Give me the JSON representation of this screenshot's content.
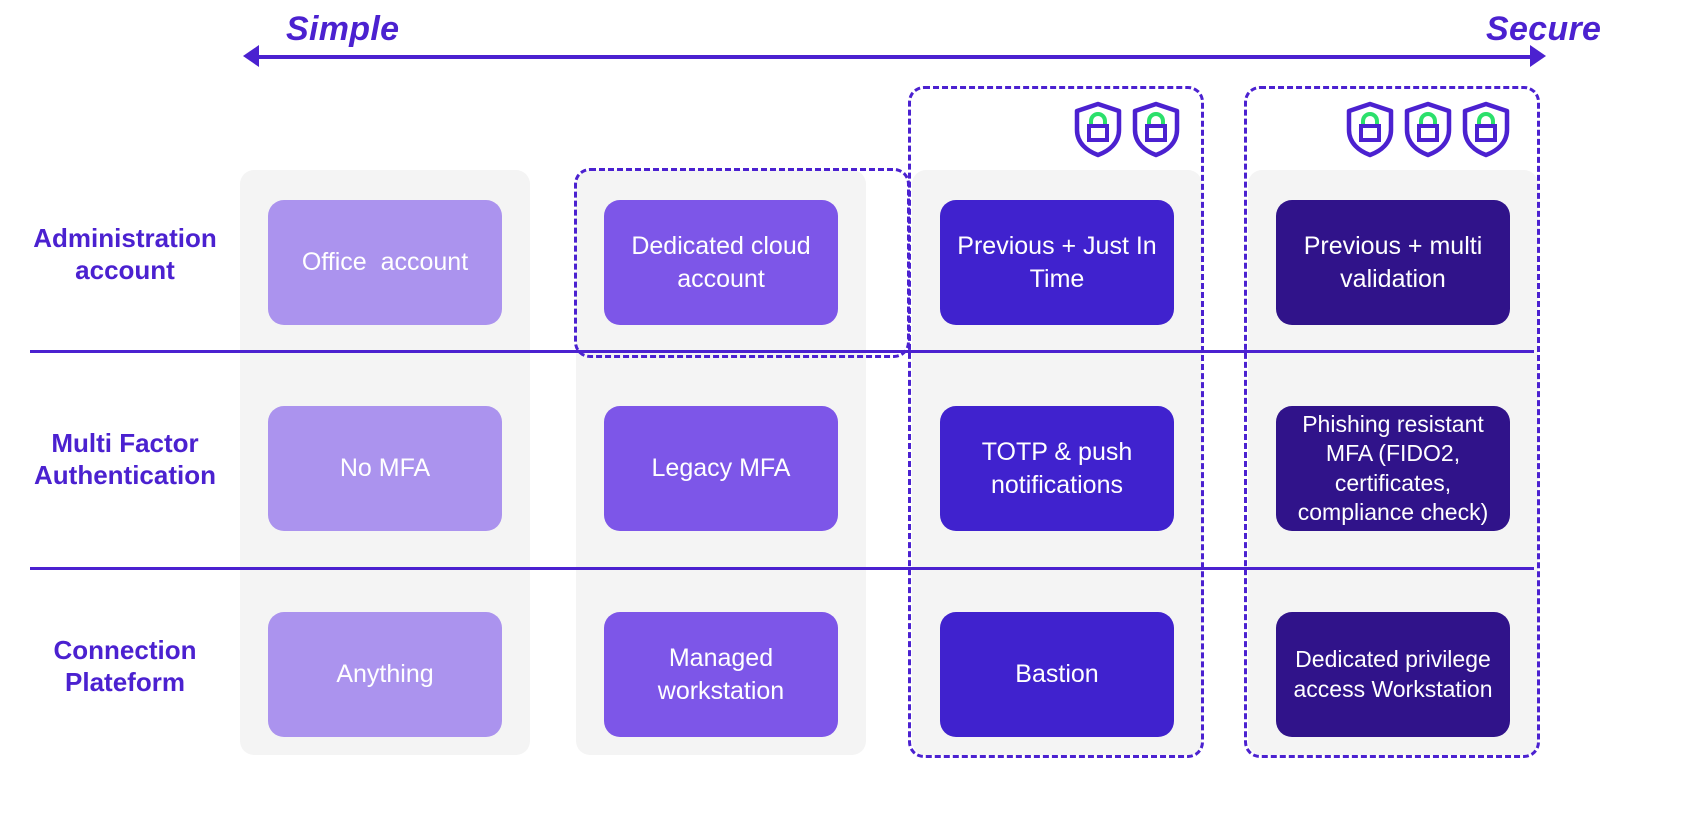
{
  "axis": {
    "left_label": "Simple",
    "right_label": "Secure",
    "left_arrow_icon": "arrow-left-icon",
    "right_arrow_icon": "arrow-right-icon",
    "line_color": "#4B21D0"
  },
  "colors": {
    "accent": "#4B21D0",
    "strip": "#F4F4F4",
    "tier1": "#AB93EE",
    "tier2": "#7D56E8",
    "tier3": "#4022CE",
    "tier4": "#30138A",
    "shield_outline": "#4B21D0",
    "lock_green": "#2BE06B"
  },
  "rows": [
    {
      "label": "Administration\naccount"
    },
    {
      "label": "Multi Factor\nAuthentication"
    },
    {
      "label": "Connection\nPlateform"
    }
  ],
  "columns": [
    {
      "name": "column-1",
      "tier": 1,
      "shields": 0,
      "dashed": false
    },
    {
      "name": "column-2",
      "tier": 2,
      "shields": 0,
      "dashed": true
    },
    {
      "name": "column-3",
      "tier": 3,
      "shields": 2,
      "dashed": true
    },
    {
      "name": "column-4",
      "tier": 4,
      "shields": 3,
      "dashed": true
    }
  ],
  "cells": {
    "r1c1": "Office  account",
    "r1c2": "Dedicated cloud\naccount",
    "r1c3": "Previous + Just In\nTime",
    "r1c4": "Previous + multi\nvalidation",
    "r2c1": "No MFA",
    "r2c2": "Legacy MFA",
    "r2c3": "TOTP & push\nnotifications",
    "r2c4": "Phishing resistant\nMFA (FIDO2,\ncertificates,\ncompliance check)",
    "r3c1": "Anything",
    "r3c2": "Managed\nworkstation",
    "r3c3": "Bastion",
    "r3c4": "Dedicated privilege\naccess Workstation"
  },
  "icons": {
    "shield_lock": "shield-lock-icon"
  }
}
